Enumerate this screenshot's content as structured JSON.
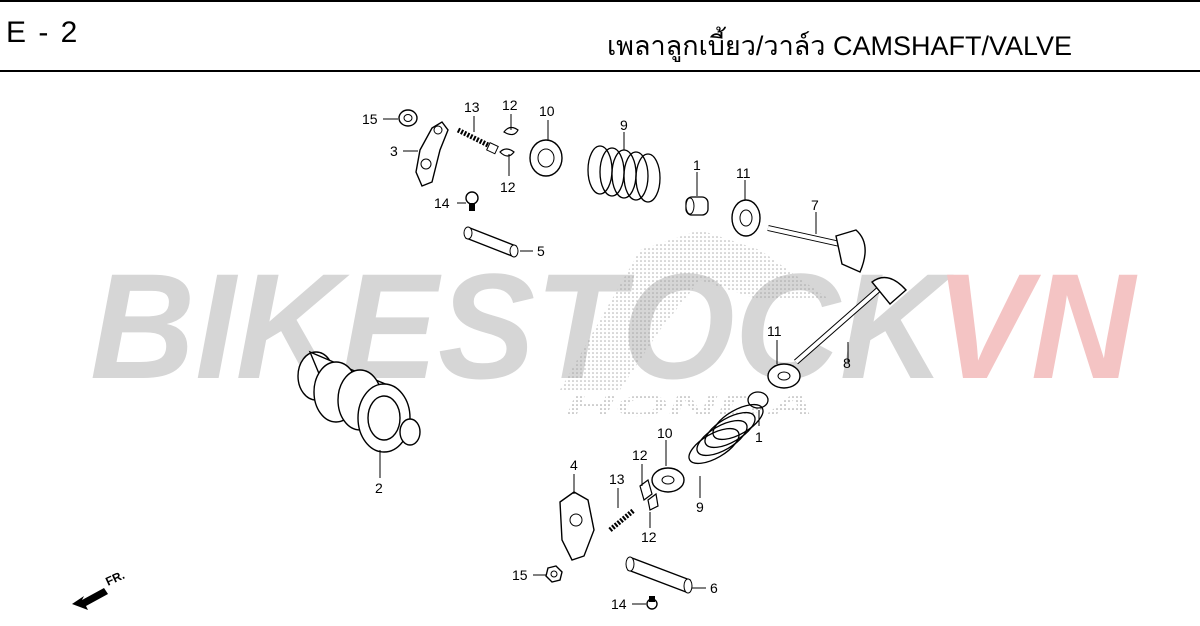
{
  "header": {
    "page_code": "E - 2",
    "title": "เพลาลูกเบี้ยว/วาล์ว   CAMSHAFT/VALVE"
  },
  "watermark": {
    "text_main": "BIKESTOCK",
    "text_accent": "VN",
    "logo_text": "HONDA",
    "color_main": "#d6d6d6",
    "color_accent": "#f4c4c4"
  },
  "front_indicator": {
    "label": "FR."
  },
  "callouts": {
    "c15a": "15",
    "c3": "3",
    "c13a": "13",
    "c12a": "12",
    "c12b": "12",
    "c10a": "10",
    "c9a": "9",
    "c1a": "1",
    "c11a": "11",
    "c7": "7",
    "c14a": "14",
    "c5": "5",
    "c11b": "11",
    "c8": "8",
    "c1b": "1",
    "c10b": "10",
    "c9b": "9",
    "c2": "2",
    "c4": "4",
    "c12c": "12",
    "c13b": "13",
    "c12d": "12",
    "c15b": "15",
    "c6": "6",
    "c14b": "14"
  }
}
